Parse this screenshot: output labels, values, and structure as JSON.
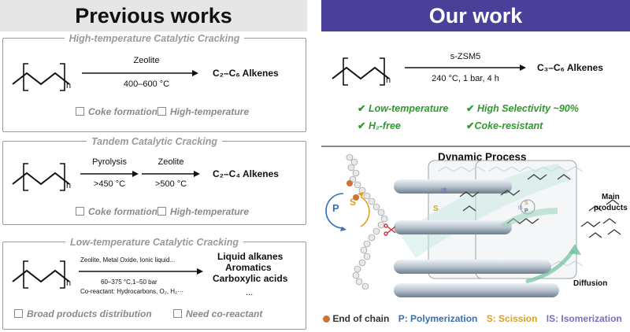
{
  "headers": {
    "previous": "Previous works",
    "ours": "Our work"
  },
  "box1": {
    "title": "High-temperature Catalytic Cracking",
    "n": "n",
    "catalyst": "Zeolite",
    "condition": "400–600 °C",
    "product": "C₂–C₆ Alkenes",
    "issue1": "Coke formation",
    "issue2": "High-temperature"
  },
  "box2": {
    "title": "Tandem Catalytic Cracking",
    "n": "n",
    "step1": "Pyrolysis",
    "cond1": ">450 °C",
    "step2": "Zeolite",
    "cond2": ">500 °C",
    "product": "C₂–C₄ Alkenes",
    "issue1": "Coke formation",
    "issue2": "High-temperature"
  },
  "box3": {
    "title": "Low-temperature Catalytic Cracking",
    "n": "n",
    "catalyst": "Zeolite, Metal Oxide, Ionic liquid...",
    "condition": "60–375 °C,1–50 bar",
    "coreactant": "Co-reactant: Hydrocarbons, O₂, H₂···",
    "product1": "Liquid alkanes",
    "product2": "Aromatics",
    "product3": "Carboxylic acids",
    "ellipsis": "...",
    "issue1": "Broad products distribution",
    "issue2": "Need co-reactant"
  },
  "ours": {
    "n": "n",
    "catalyst": "s-ZSM5",
    "condition": "240 °C, 1 bar, 4 h",
    "product": "C₃–C₆ Alkenes",
    "checkmark": "✔",
    "feature1": "Low-temperature",
    "feature2": "High Selectivity ~90%",
    "feature3": "H₂-free",
    "feature4": "Coke-resistant"
  },
  "dynamic": {
    "title": "Dynamic Process",
    "label_p": "P",
    "label_s": "S",
    "label_is": "IS",
    "main_products": "Main\nproducts",
    "diffusion": "Diffusion"
  },
  "legend": {
    "end_of_chain": "End of chain",
    "p": "P: Polymerization",
    "s": "S: Scission",
    "is": "IS: Isomerization"
  },
  "colors": {
    "brown": "#c8743a",
    "blue": "#3a6fb0",
    "orange": "#e0a020",
    "purple": "#7a6fc0",
    "header": "#4a3f99",
    "green": "#2e9a2e"
  }
}
